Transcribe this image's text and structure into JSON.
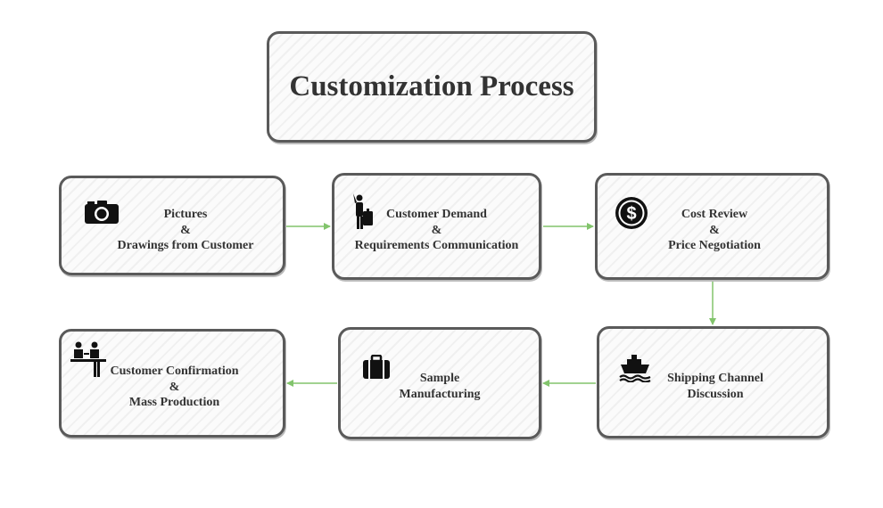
{
  "title": "Customization Process",
  "steps": [
    {
      "id": "pictures",
      "lines": [
        "Pictures",
        "&",
        "Drawings from Customer"
      ],
      "icon": "camera-icon"
    },
    {
      "id": "demand",
      "lines": [
        "Customer Demand",
        "&",
        "Requirements Communication"
      ],
      "icon": "traveler-with-luggage-icon"
    },
    {
      "id": "cost",
      "lines": [
        "Cost Review",
        "&",
        "Price Negotiation"
      ],
      "icon": "dollar-coin-icon"
    },
    {
      "id": "shipping",
      "lines": [
        "Shipping Channel",
        "Discussion"
      ],
      "icon": "ship-icon"
    },
    {
      "id": "sample",
      "lines": [
        "Sample",
        "Manufacturing"
      ],
      "icon": "briefcase-icon"
    },
    {
      "id": "confirmation",
      "lines": [
        "Customer Confirmation",
        "&",
        "Mass Production"
      ],
      "icon": "meeting-icon"
    }
  ],
  "colors": {
    "arrow": "#82c46c",
    "border": "#5a5a5a",
    "text": "#333333"
  }
}
